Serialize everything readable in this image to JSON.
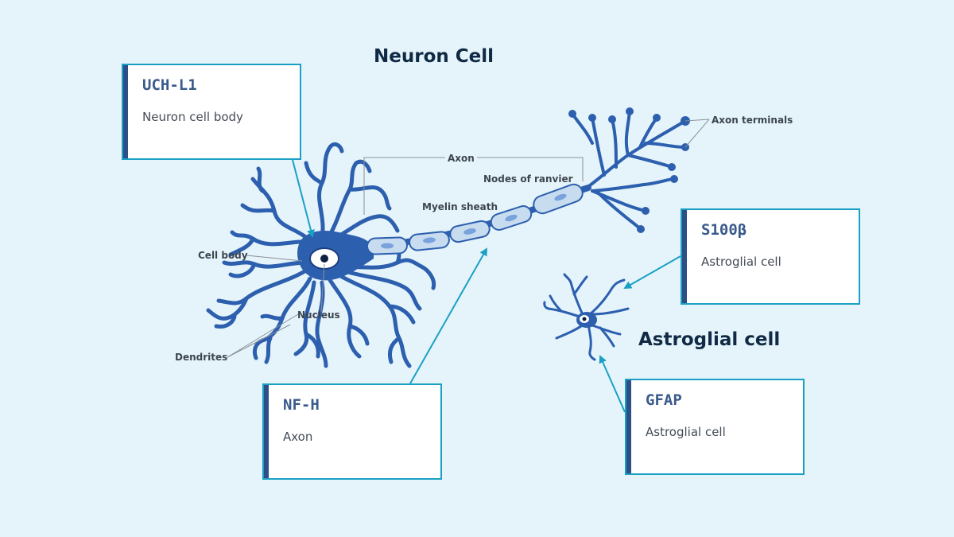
{
  "titles": {
    "neuron": "Neuron Cell",
    "astroglial": "Astroglial cell"
  },
  "labels": {
    "axon": "Axon",
    "nodes_of_ranvier": "Nodes of ranvier",
    "myelin_sheath": "Myelin sheath",
    "axon_terminals": "Axon terminals",
    "cell_body": "Cell body",
    "nucleus": "Nucleus",
    "dendrites": "Dendrites"
  },
  "markers": [
    {
      "name": "UCH-L1",
      "description": "Neuron cell body"
    },
    {
      "name": "NF-H",
      "description": "Axon"
    },
    {
      "name": "S100β",
      "description": "Astroglial cell"
    },
    {
      "name": "GFAP",
      "description": "Astroglial cell"
    }
  ],
  "colors": {
    "background": "#e5f4fa",
    "neuron_blue": "#2d5faf",
    "myelin_fill": "#c8dcf0",
    "box_border": "#1aa0c5",
    "box_accent": "#2b4f86",
    "arrow": "#1aa0c5",
    "title_text": "#102a45",
    "marker_name": "#3a5a8c"
  }
}
